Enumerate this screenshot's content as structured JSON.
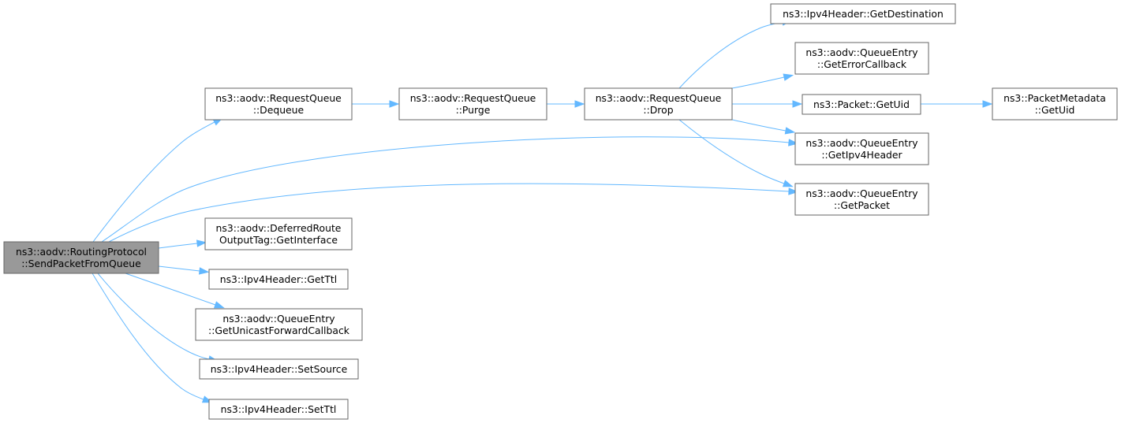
{
  "graph": {
    "edge_color": "#63b8ff",
    "node_border_color": "#666666",
    "root_fill_color": "#999999",
    "nodes": [
      {
        "id": "n0",
        "lines": [
          "ns3::aodv::RoutingProtocol",
          "::SendPacketFromQueue"
        ],
        "root": true
      },
      {
        "id": "n1",
        "lines": [
          "ns3::aodv::RequestQueue",
          "::Dequeue"
        ]
      },
      {
        "id": "n2",
        "lines": [
          "ns3::aodv::RequestQueue",
          "::Purge"
        ]
      },
      {
        "id": "n3",
        "lines": [
          "ns3::aodv::RequestQueue",
          "::Drop"
        ]
      },
      {
        "id": "n4",
        "lines": [
          "ns3::Ipv4Header::GetDestination"
        ]
      },
      {
        "id": "n5",
        "lines": [
          "ns3::aodv::QueueEntry",
          "::GetErrorCallback"
        ]
      },
      {
        "id": "n6",
        "lines": [
          "ns3::Packet::GetUid"
        ]
      },
      {
        "id": "n7",
        "lines": [
          "ns3::PacketMetadata",
          "::GetUid"
        ]
      },
      {
        "id": "n8",
        "lines": [
          "ns3::aodv::QueueEntry",
          "::GetIpv4Header"
        ]
      },
      {
        "id": "n9",
        "lines": [
          "ns3::aodv::QueueEntry",
          "::GetPacket"
        ]
      },
      {
        "id": "n10",
        "lines": [
          "ns3::aodv::DeferredRoute",
          "OutputTag::GetInterface"
        ]
      },
      {
        "id": "n11",
        "lines": [
          "ns3::Ipv4Header::GetTtl"
        ]
      },
      {
        "id": "n12",
        "lines": [
          "ns3::aodv::QueueEntry",
          "::GetUnicastForwardCallback"
        ]
      },
      {
        "id": "n13",
        "lines": [
          "ns3::Ipv4Header::SetSource"
        ]
      },
      {
        "id": "n14",
        "lines": [
          "ns3::Ipv4Header::SetTtl"
        ]
      }
    ],
    "edges": [
      {
        "from": "n0",
        "to": "n1"
      },
      {
        "from": "n0",
        "to": "n8"
      },
      {
        "from": "n0",
        "to": "n9"
      },
      {
        "from": "n0",
        "to": "n10"
      },
      {
        "from": "n0",
        "to": "n11"
      },
      {
        "from": "n0",
        "to": "n12"
      },
      {
        "from": "n0",
        "to": "n13"
      },
      {
        "from": "n0",
        "to": "n14"
      },
      {
        "from": "n1",
        "to": "n2"
      },
      {
        "from": "n2",
        "to": "n3"
      },
      {
        "from": "n3",
        "to": "n4"
      },
      {
        "from": "n3",
        "to": "n5"
      },
      {
        "from": "n3",
        "to": "n6"
      },
      {
        "from": "n3",
        "to": "n8"
      },
      {
        "from": "n3",
        "to": "n9"
      },
      {
        "from": "n6",
        "to": "n7"
      }
    ]
  }
}
